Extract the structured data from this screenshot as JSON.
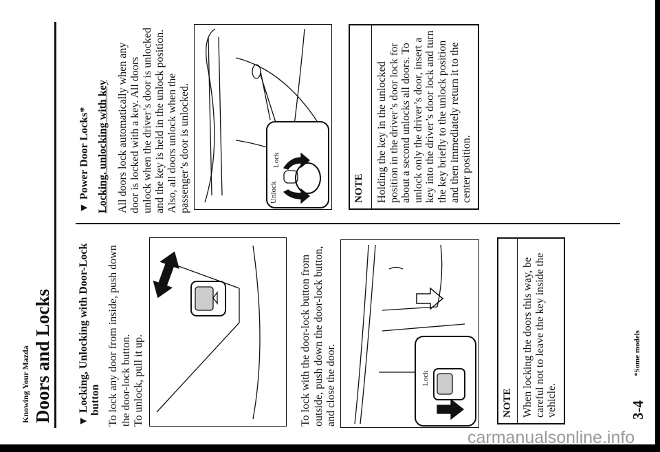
{
  "header": {
    "section": "Knowing Your Mazda",
    "title": "Doors and Locks"
  },
  "left_column": {
    "heading_lines": [
      "▼ Locking, Unlocking with Door-Lock",
      "button"
    ],
    "body_lines": [
      "To lock any door from inside, push down",
      "the door-lock button.",
      "To unlock, pull it up."
    ],
    "body2_lines": [
      "To lock with the door-lock button from",
      "outside, push down the door-lock button,",
      "and close the door."
    ],
    "figure2_label": "Lock",
    "note": {
      "label": "NOTE",
      "lines": [
        "When locking the doors this way, be",
        "careful not to leave the key inside the",
        "vehicle."
      ]
    }
  },
  "right_column": {
    "heading": "▼ Power Door Locks*",
    "subheading": "Locking, unlocking with key",
    "body_lines": [
      "All doors lock automatically when any",
      "door is locked with a key. All doors",
      "unlock when the driver’s door is unlocked",
      "and the key is held in the unlock position.",
      "Also, all doors unlock when the",
      "passenger’s door is unlocked."
    ],
    "figure_labels": {
      "lock": "Lock",
      "unlock": "Unlock"
    },
    "note": {
      "label": "NOTE",
      "lines": [
        "Holding the key in the unlocked",
        "position in the driver’s door lock for",
        "about a second unlocks all doors. To",
        "unlock only the driver’s door, insert a",
        "key into the driver’s door lock and turn",
        "the key briefly to the unlock position",
        "and then immediately return it to the",
        "center position."
      ]
    }
  },
  "footer": {
    "page_number": "3-4",
    "footnote": "*Some models"
  },
  "watermark": "carmanualsonline.info"
}
